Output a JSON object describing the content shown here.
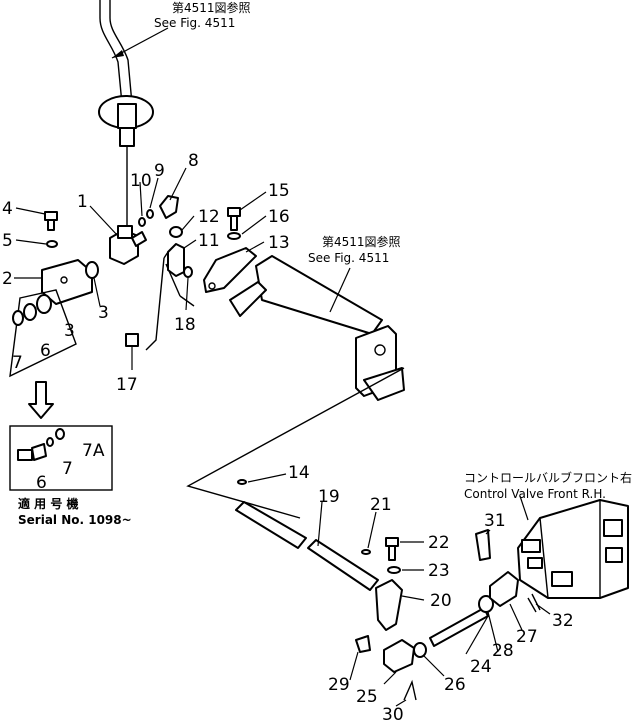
{
  "refs": {
    "see_fig_top_jp": "第4511図参照",
    "see_fig_top_en": "See Fig. 4511",
    "see_fig_mid_jp": "第4511図参照",
    "see_fig_mid_en": "See Fig. 4511",
    "valve_jp": "コントロールバルブフロント右",
    "valve_en": "Control Valve Front R.H.",
    "serial_jp": "適 用 号 機",
    "serial_en": "Serial No. 1098~"
  },
  "callouts": {
    "n1": "1",
    "n2": "2",
    "n3a": "3",
    "n3b": "3",
    "n4": "4",
    "n5": "5",
    "n6a": "6",
    "n6b": "6",
    "n7a": "7",
    "n7b": "7",
    "n7A": "7A",
    "n8": "8",
    "n9": "9",
    "n10": "10",
    "n11": "11",
    "n12": "12",
    "n13": "13",
    "n14": "14",
    "n15": "15",
    "n16": "16",
    "n17": "17",
    "n18": "18",
    "n19": "19",
    "n20": "20",
    "n21": "21",
    "n22": "22",
    "n23": "23",
    "n24": "24",
    "n25": "25",
    "n26": "26",
    "n27": "27",
    "n28": "28",
    "n29": "29",
    "n30": "30",
    "n31": "31",
    "n32": "32"
  }
}
